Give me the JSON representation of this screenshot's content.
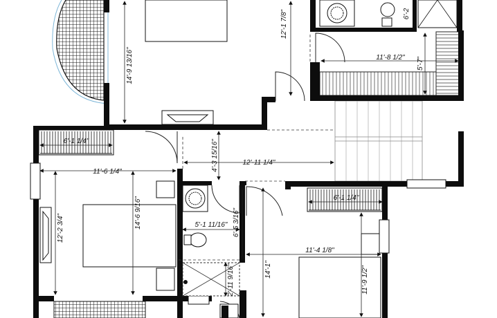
{
  "dimensions": {
    "top_room_height": "14'-9 13/16\"",
    "top_right_room_height": "12'-1 7/8\"",
    "stair_landing_width": "11'-8 1/2\"",
    "stair_landing_height": "5'-7\"",
    "top_right_partial": "6'-2",
    "closet_left_width": "6'-1 1/4\"",
    "hall_height": "4'-3 15/16\"",
    "hall_width": "12'-11 1/4\"",
    "bed_left_width": "11'-6 1/4\"",
    "bed_left_height": "14'-6 9/16\"",
    "bed_left_side": "12'-2 3/4\"",
    "bath_width": "5'-1 11/16\"",
    "bath_height": "6'-5 3/16\"",
    "shower_height": "2'-11 9/16\"",
    "closet_right_width": "6'-1 1/4\"",
    "bed_right_width": "11'-4 1/8\"",
    "bed_right_height": "14'-1\"",
    "bed_right_side": "11'-9 1/2\""
  }
}
